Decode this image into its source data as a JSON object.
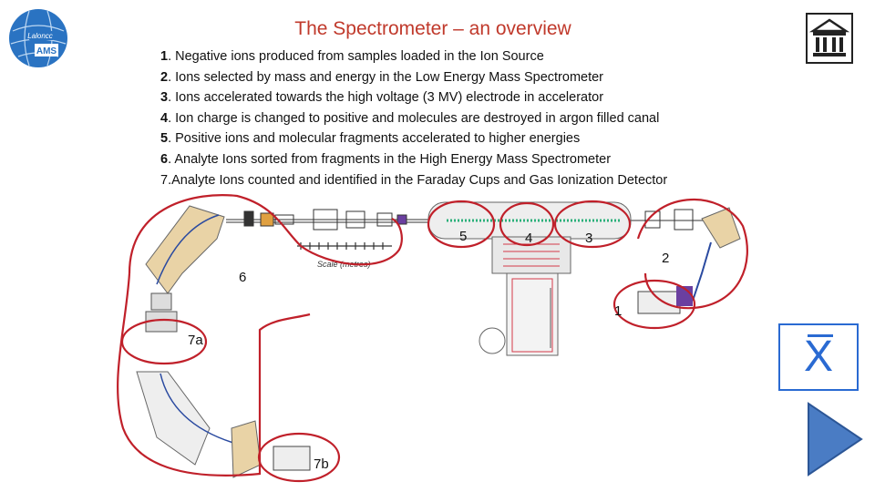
{
  "logo": {
    "text": "Laloncc AMS"
  },
  "title": "The Spectrometer – an overview",
  "steps": [
    {
      "num": "1",
      "text": ". Negative ions produced from samples loaded in the Ion Source"
    },
    {
      "num": "2",
      "text": ". Ions selected by mass and energy in the Low Energy Mass Spectrometer"
    },
    {
      "num": "3",
      "text": ". Ions accelerated towards the high voltage (3 MV) electrode in accelerator"
    },
    {
      "num": "4",
      "text": ". Ion charge is changed to positive and molecules are destroyed in argon filled canal"
    },
    {
      "num": "5",
      "text": ". Positive ions and molecular fragments accelerated to higher energies"
    },
    {
      "num": "6",
      "text": ". Analyte Ions sorted from fragments in the High Energy Mass Spectrometer"
    },
    {
      "num": "7",
      "text": ".Analyte Ions counted and identified in the Faraday Cups and Gas Ionization Detector"
    }
  ],
  "diagram": {
    "labels": {
      "l1": "1",
      "l2": "2",
      "l3": "3",
      "l4": "4",
      "l5": "5",
      "l6": "6",
      "l7a": "7a",
      "l7b": "7b"
    },
    "scale_caption": "Scale (metres)",
    "highlight_color": "#c0202a"
  },
  "controls": {
    "close_glyph": "X"
  },
  "colors": {
    "accent": "#2a6ad2",
    "title": "#c0392b",
    "play": "#4a7cc4"
  }
}
